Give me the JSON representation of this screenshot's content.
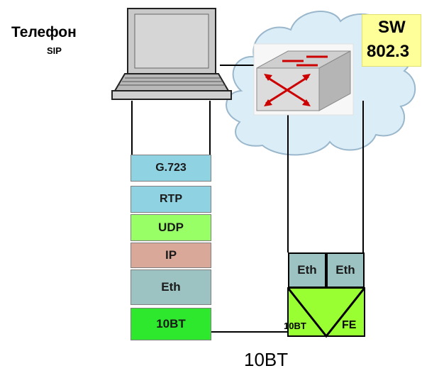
{
  "phone": {
    "title": "Телефон",
    "subtitle": "SIP"
  },
  "switch": {
    "label_line1": "SW",
    "label_line2": "802.3"
  },
  "stack": {
    "layers": [
      {
        "label": "G.723",
        "color": "#8fd3e3"
      },
      {
        "label": "RTP",
        "color": "#8fd3e3"
      },
      {
        "label": "UDP",
        "color": "#99ff66"
      },
      {
        "label": "IP",
        "color": "#d9a899"
      },
      {
        "label": "Eth",
        "color": "#9cc2c2"
      },
      {
        "label": "10BT",
        "color": "#2ee82e"
      }
    ]
  },
  "switch_ports": {
    "eth_left": "Eth",
    "eth_right": "Eth",
    "port_left": "10BT",
    "port_right": "FE",
    "eth_color": "#9cc2c2",
    "port_color": "#99ff33"
  },
  "link_label": "10BT",
  "colors": {
    "cloud": "#dbeef8",
    "cloud_edge": "#9ab7cc"
  }
}
